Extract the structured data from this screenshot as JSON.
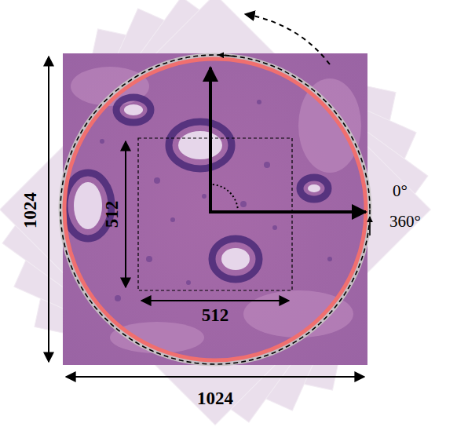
{
  "diagram": {
    "labels": [
      "1024",
      "512",
      "0°",
      "360°",
      "512",
      "1024"
    ]
  }
}
